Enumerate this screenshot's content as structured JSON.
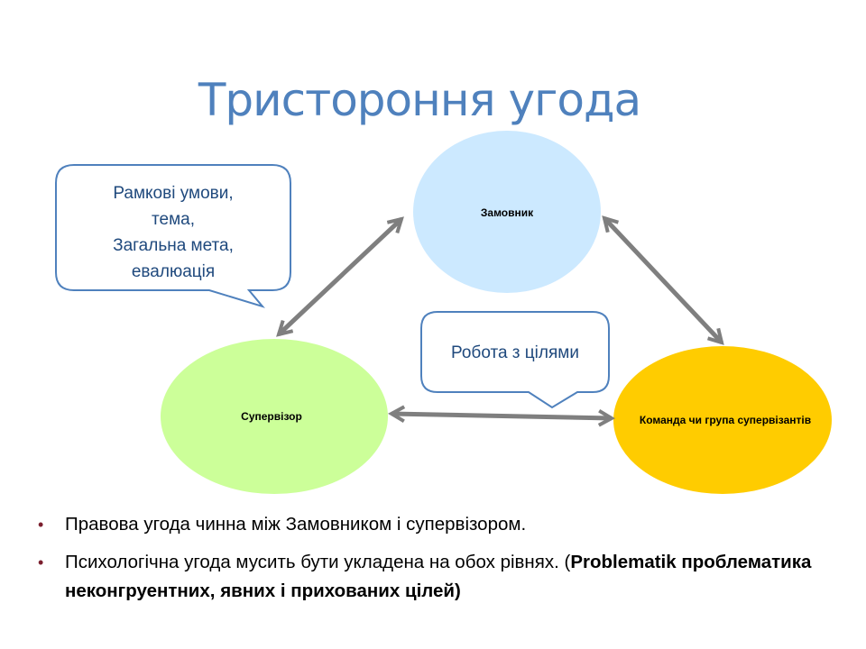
{
  "title": "Тристороння угода",
  "nodes": {
    "client": {
      "label": "Замовник",
      "color": "#CCE9FF"
    },
    "supervisor": {
      "label": "Супервізор",
      "color": "#CCFF99"
    },
    "team": {
      "label": "Команда чи група супервізантів",
      "color": "#FFCC00"
    }
  },
  "callouts": {
    "framework": {
      "lines": [
        "Рамкові умови,",
        "тема,",
        "Загальна мета,",
        "евалюація"
      ]
    },
    "goals": {
      "text": "Робота з цілями"
    }
  },
  "bullets": [
    {
      "text": "Правова угода чинна між Замовником і супервізором."
    },
    {
      "text": "Психологічна угода мусить бути укладена на обох рівнях. (",
      "bold": "Problematik проблематика неконгруентних, явних і прихованих цілей)"
    }
  ],
  "colors": {
    "title": "#4F81BD",
    "callout_border": "#4F81BD",
    "callout_text": "#1F497D",
    "arrow": "#7F7F7F",
    "bullet_dot": "#7B1F2E"
  }
}
